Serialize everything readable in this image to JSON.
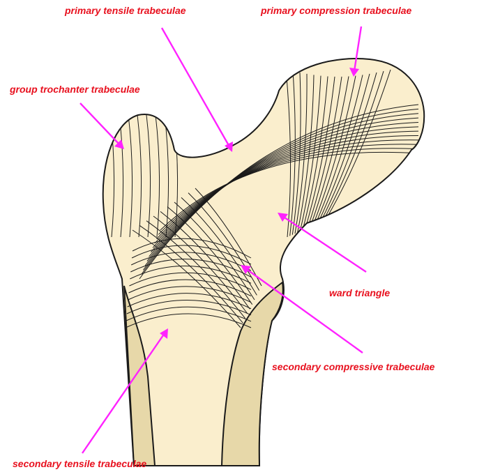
{
  "colors": {
    "label": "#e8101e",
    "arrow": "#ff22ff",
    "bone_fill": "#faeecd",
    "cortex_fill": "#e7d8a9",
    "outline": "#1a1a1a"
  },
  "labels": {
    "primary_tensile": "primary tensile trabeculae",
    "primary_compression": "primary compression trabeculae",
    "group_trochanter": "group trochanter trabeculae",
    "ward_triangle": "ward triangle",
    "secondary_compressive": "secondary compressive trabeculae",
    "secondary_tensile": "secondary tensile trabeculae"
  }
}
